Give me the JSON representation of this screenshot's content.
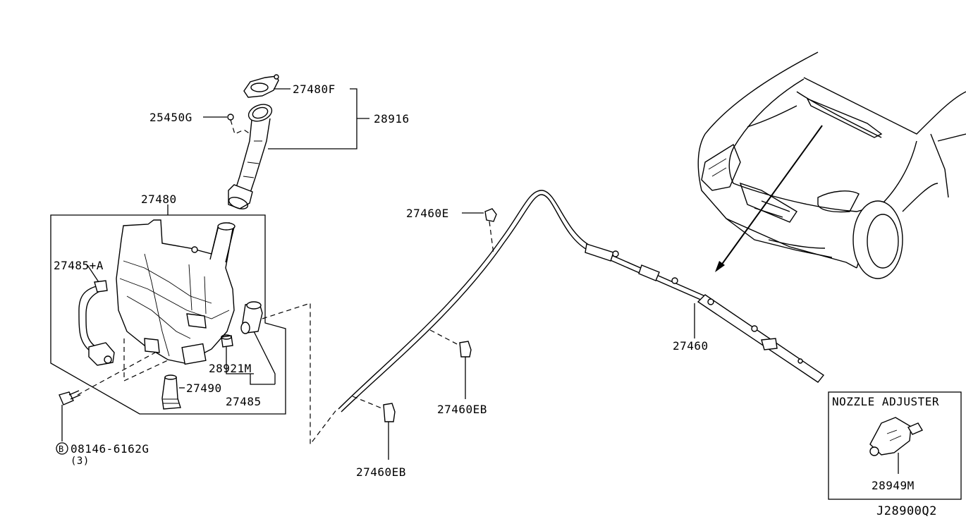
{
  "diagram": {
    "drawing_id": "J28900Q2",
    "inset_title": "NOZZLE ADJUSTER",
    "labels": {
      "p27480F": "27480F",
      "p28916": "28916",
      "p25450G": "25450G",
      "p27480": "27480",
      "p27485A": "27485+A",
      "p28921M": "28921M",
      "p27490": "27490",
      "p27485": "27485",
      "bolt": "08146-6162G",
      "bolt_symbol": "B",
      "bolt_qty": "(3)",
      "p27460E": "27460E",
      "p27460EB_a": "27460EB",
      "p27460EB_b": "27460EB",
      "p27460": "27460",
      "p28949M": "28949M"
    }
  }
}
